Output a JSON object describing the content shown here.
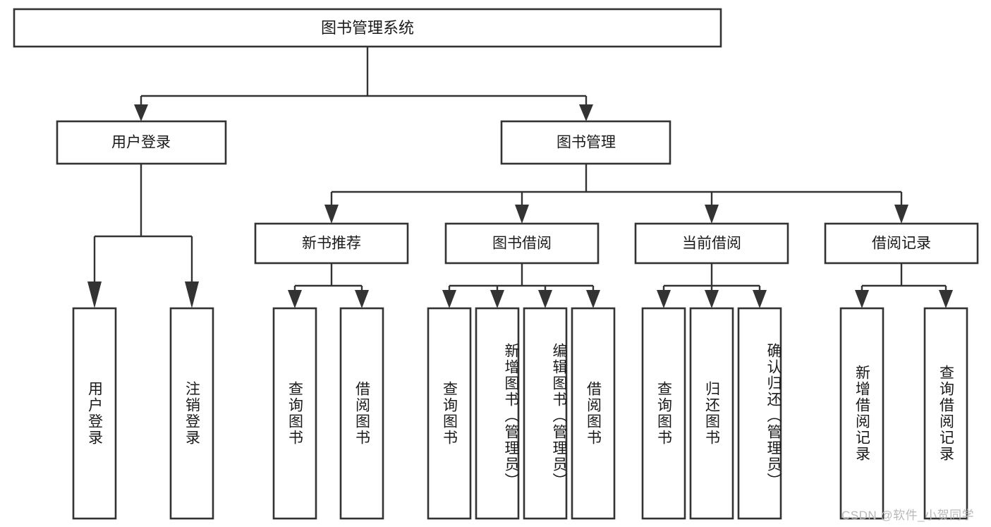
{
  "diagram": {
    "type": "tree-hierarchy",
    "title": "图书管理系统",
    "watermark": "CSDN @软件_小贺同学",
    "colors": {
      "box_stroke": "#333333",
      "box_fill": "#ffffff",
      "text": "#1a1a1a",
      "watermark": "#b9b9b9",
      "background": "#ffffff"
    },
    "root": {
      "label": "图书管理系统"
    },
    "level2": [
      {
        "label": "用户登录"
      },
      {
        "label": "图书管理"
      }
    ],
    "level3": [
      {
        "label": "新书推荐"
      },
      {
        "label": "图书借阅"
      },
      {
        "label": "当前借阅"
      },
      {
        "label": "借阅记录"
      }
    ],
    "leaves": {
      "user_login": [
        {
          "label": "用户登录"
        },
        {
          "label": "注销登录"
        }
      ],
      "new_book_recommend": [
        {
          "label": "查询图书"
        },
        {
          "label": "借阅图书"
        }
      ],
      "book_borrow": [
        {
          "label": "查询图书"
        },
        {
          "label": "新增图书（管理员）"
        },
        {
          "label": "编辑图书（管理员）"
        },
        {
          "label": "借阅图书"
        }
      ],
      "current_borrow": [
        {
          "label": "查询图书"
        },
        {
          "label": "归还图书"
        },
        {
          "label": "确认归还（管理员）"
        }
      ],
      "borrow_record": [
        {
          "label": "新增借阅记录"
        },
        {
          "label": "查询借阅记录"
        }
      ]
    }
  }
}
